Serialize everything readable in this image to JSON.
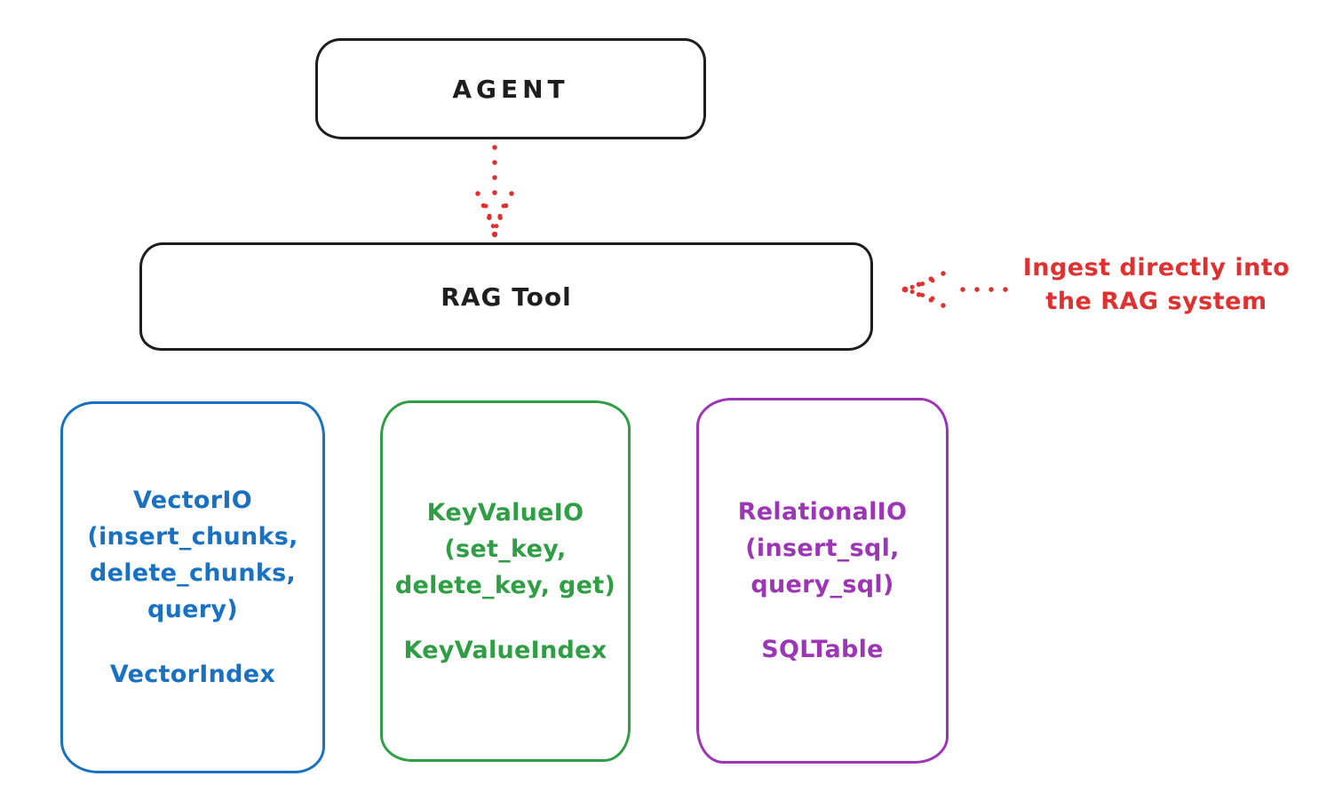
{
  "diagram": {
    "agent_box": {
      "label": "AGENT",
      "stroke_color": "#1e1e1e"
    },
    "rag_tool_box": {
      "label": "RAG Tool",
      "stroke_color": "#1e1e1e"
    },
    "flow_arrow": {
      "description": "dotted arrow from AGENT down to RAG Tool",
      "color": "#e03131"
    },
    "ingest_arrow": {
      "description": "dotted arrow pointing left into RAG Tool",
      "color": "#e03131"
    },
    "annotation": {
      "line1": "Ingest directly into",
      "line2": "the RAG system",
      "color": "#e03131"
    },
    "backends": [
      {
        "id": "vector-io",
        "color": "#1971c2",
        "lines": [
          "VectorIO",
          "(insert_chunks,",
          "delete_chunks,",
          "query)"
        ],
        "index_label": "VectorIndex"
      },
      {
        "id": "keyvalue-io",
        "color": "#2f9e44",
        "lines": [
          "KeyValueIO",
          "(set_key,",
          "delete_key, get)"
        ],
        "index_label": "KeyValueIndex"
      },
      {
        "id": "relational-io",
        "color": "#9c36b5",
        "lines": [
          "RelationalIO",
          "(insert_sql,",
          "query_sql)"
        ],
        "index_label": "SQLTable"
      }
    ]
  }
}
